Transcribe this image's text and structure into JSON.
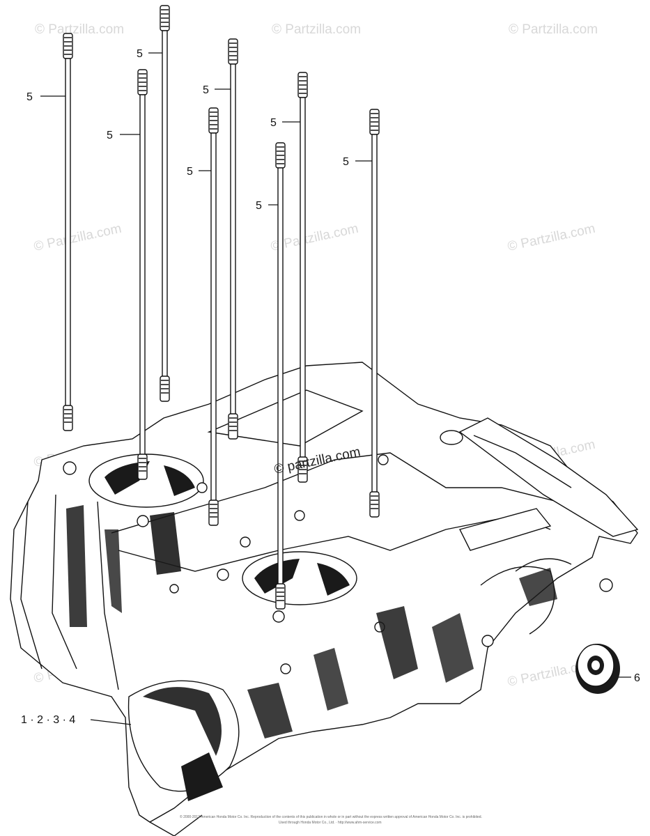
{
  "diagram": {
    "callouts": [
      {
        "id": "stud-1",
        "label": "5"
      },
      {
        "id": "stud-2",
        "label": "5"
      },
      {
        "id": "stud-3",
        "label": "5"
      },
      {
        "id": "stud-4",
        "label": "5"
      },
      {
        "id": "stud-5",
        "label": "5"
      },
      {
        "id": "stud-6",
        "label": "5"
      },
      {
        "id": "stud-7",
        "label": "5"
      },
      {
        "id": "stud-8",
        "label": "5"
      },
      {
        "id": "oil-seal",
        "label": "6"
      },
      {
        "id": "crankcase",
        "label": "1 · 2 · 3 · 4"
      }
    ],
    "watermark_text": "© Partzilla.com",
    "watermark_center_text": "© partzilla.com",
    "copyright_line_1": "© 2000-2013 American Honda Motor Co. Inc. Reproduction of the contents of this publication in whole or in part without the express written approval of American Honda Motor Co. Inc. is prohibited.",
    "copyright_line_2": "Used through Honda Motor Co., Ltd. · http://www.ahm-service.com"
  }
}
